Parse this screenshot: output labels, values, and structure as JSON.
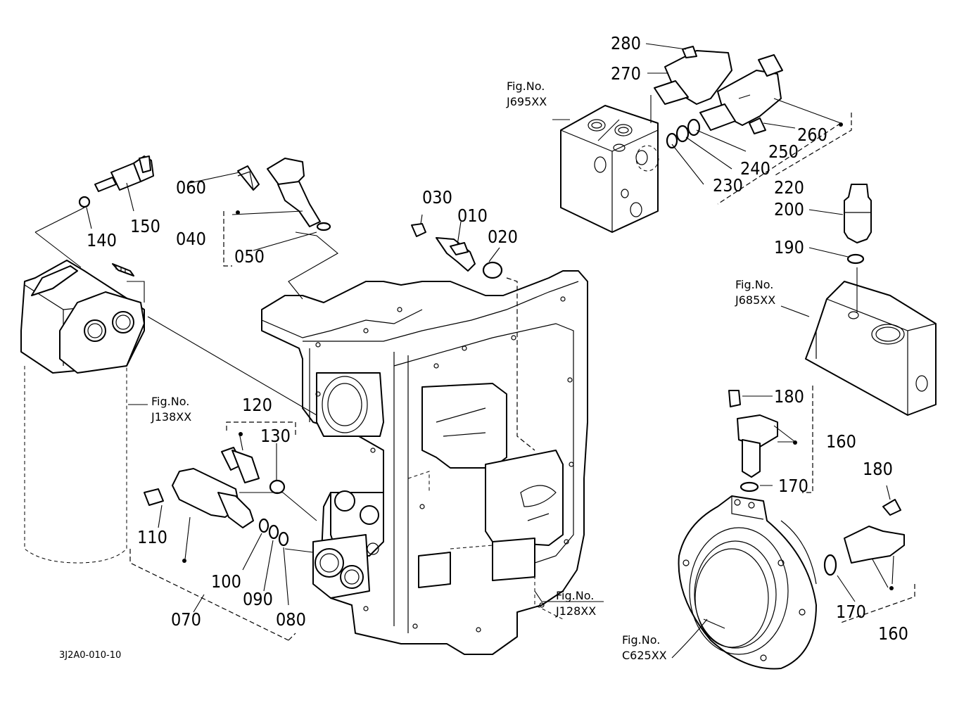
{
  "drawing_code": "3J2A0-010-10",
  "figure_refs": {
    "j695": {
      "prefix": "Fig.No.",
      "code": "J695XX"
    },
    "j685": {
      "prefix": "Fig.No.",
      "code": "J685XX"
    },
    "j138": {
      "prefix": "Fig.No.",
      "code": "J138XX"
    },
    "j128": {
      "prefix": "Fig.No.",
      "code": "J128XX"
    },
    "c625": {
      "prefix": "Fig.No.",
      "code": "C625XX"
    }
  },
  "callouts": {
    "p010": "010",
    "p020": "020",
    "p030": "030",
    "p040": "040",
    "p050": "050",
    "p060": "060",
    "p070": "070",
    "p080": "080",
    "p090": "090",
    "p100": "100",
    "p110": "110",
    "p120": "120",
    "p130": "130",
    "p140": "140",
    "p150": "150",
    "p160a": "160",
    "p160b": "160",
    "p170a": "170",
    "p170b": "170",
    "p180a": "180",
    "p180b": "180",
    "p190": "190",
    "p200": "200",
    "p220": "220",
    "p230": "230",
    "p240": "240",
    "p250": "250",
    "p260": "260",
    "p270": "270",
    "p280": "280"
  }
}
